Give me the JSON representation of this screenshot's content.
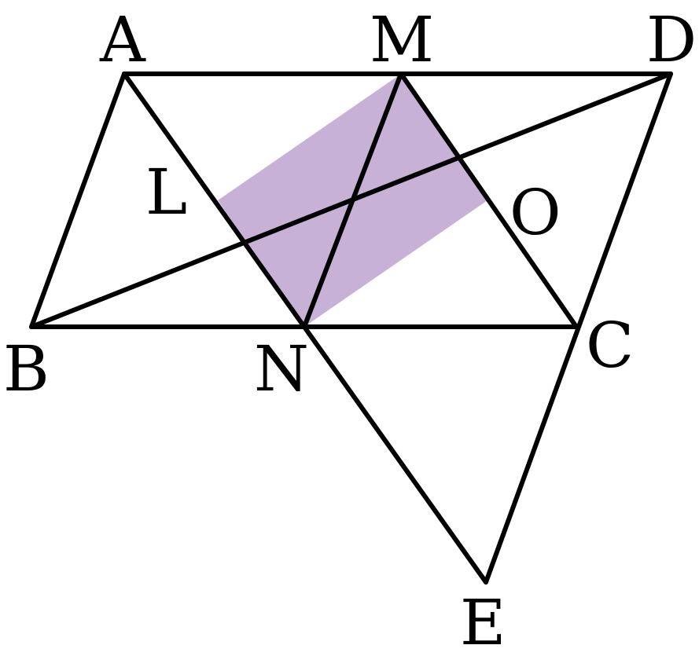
{
  "colors": {
    "stroke": "#000000",
    "shaded_fill": "#c8b1d6",
    "background": "#ffffff"
  },
  "points": {
    "A": "A",
    "M": "M",
    "D": "D",
    "L": "L",
    "O": "O",
    "B": "B",
    "N": "N",
    "C": "C",
    "E": "E"
  },
  "shaded_region": [
    "M",
    "O",
    "N",
    "L"
  ]
}
